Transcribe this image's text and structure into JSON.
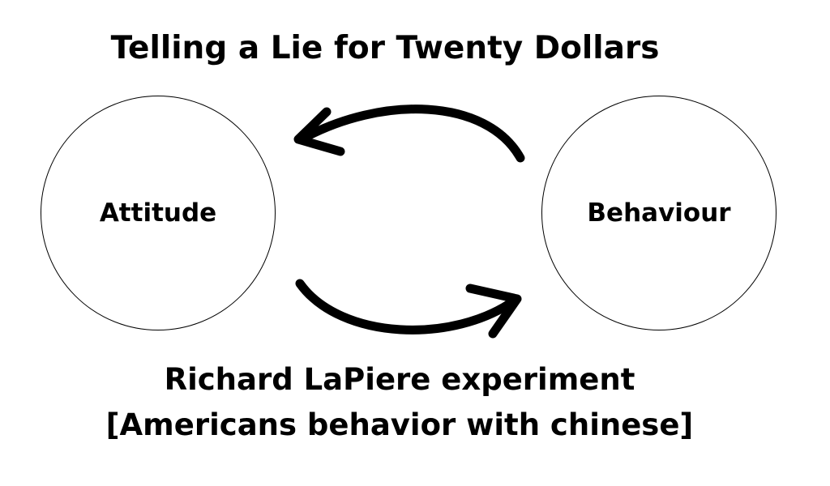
{
  "diagram": {
    "title": "Telling a Lie for Twenty Dollars",
    "nodes": [
      {
        "label": "Attitude"
      },
      {
        "label": "Behaviour"
      }
    ],
    "caption_line1": "Richard LaPiere experiment",
    "caption_line2": "[Americans behavior with chinese]",
    "edges": [
      {
        "from": "Behaviour",
        "to": "Attitude"
      },
      {
        "from": "Attitude",
        "to": "Behaviour"
      }
    ],
    "colors": {
      "stroke": "#000000",
      "background": "#ffffff"
    }
  }
}
